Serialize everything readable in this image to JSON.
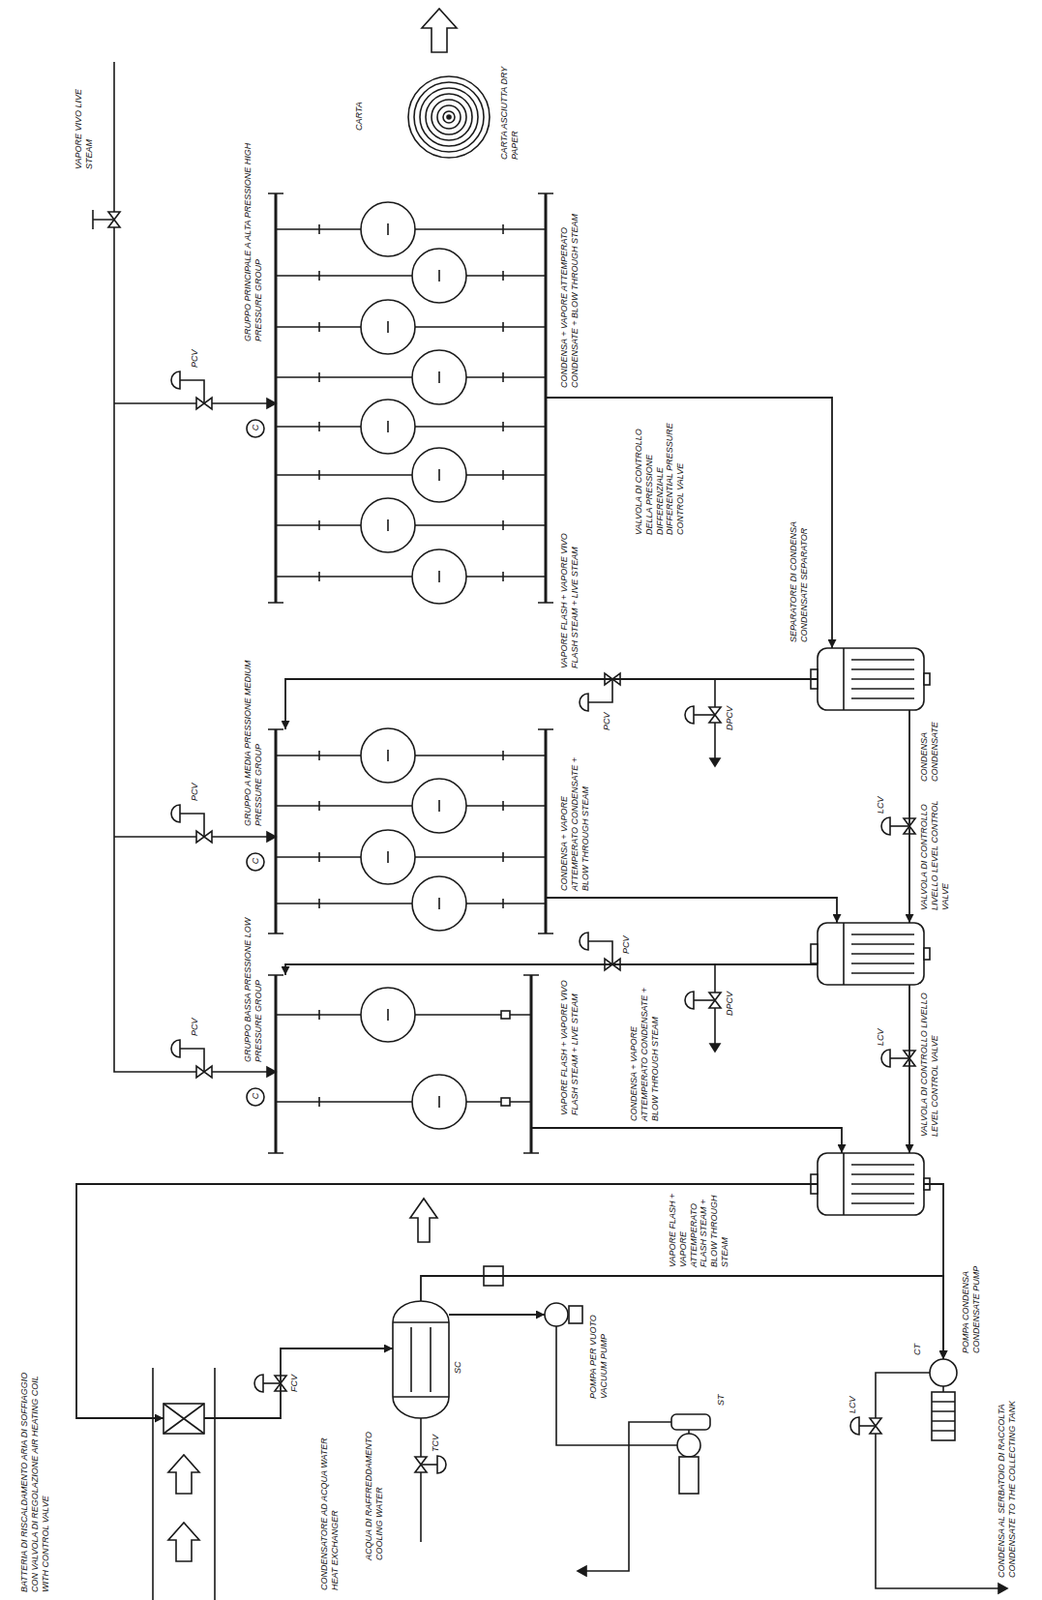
{
  "diagram": {
    "nodes": [
      {
        "text": [
          "GRUPPO PRINCIPALE A ALTA PRESSIONE HIGH PRESSURE GROUP"
        ]
      },
      {
        "text": [
          "GRUPPO A MEDIA PRESSIONE MEDIUM PRESSURE GROUP"
        ]
      },
      {
        "text": [
          "GRUPPO BASSA PRESSIONE LOW PRESSURE GROUP"
        ]
      },
      {
        "text": [
          "SEPARATORE DI CONDENSA CONDENSATE SEPARATOR"
        ]
      },
      {
        "text": []
      },
      {
        "text": []
      },
      {
        "text": [
          "BATTERIA DI RISCALDAMENTO ARIA DI SOFFIAGGIO CON VALVOLA DI REGOLAZIONE AIR HEATING COIL WITH CONTROL VALVE"
        ]
      },
      {
        "text": [
          "SC",
          "CONDENSATORE AD ACQUA WATER HEAT EXCHANGER"
        ]
      },
      {
        "text": [
          "POMPA PER VUOTO VACUUM PUMP"
        ]
      },
      {
        "text": [
          "CT",
          "POMPA CONDENSA CONDENSATE PUMP"
        ]
      }
    ],
    "edges": [
      {
        "from": 0,
        "to": 3,
        "arrow": "to",
        "label": "CONDENSA + VAPORE ATTEMPERATO CONDENSATE + BLOW THROUGH STEAM"
      },
      {
        "from": 3,
        "to": 1,
        "arrow": "to",
        "label": "VAPORE FLASH + VAPORE VIVO FLASH STEAM + LIVE STEAM"
      },
      {
        "from": 1,
        "to": 4,
        "arrow": "to",
        "label": "CONDENSA + VAPORE ATTEMPERATO CONDENSATE + BLOW THROUGH STEAM"
      },
      {
        "from": 4,
        "to": 2,
        "arrow": "to",
        "label": "VAPORE FLASH + VAPORE VIVO FLASH STEAM + LIVE STEAM"
      },
      {
        "from": 2,
        "to": 5,
        "arrow": "to",
        "label": "CONDENSA + VAPORE ATTEMPERATO CONDENSATE + BLOW THROUGH STEAM"
      },
      {
        "from": 3,
        "to": 4,
        "arrow": "to",
        "label": "CONDENSA CONDENSATE"
      },
      {
        "from": 4,
        "to": 5,
        "arrow": "to"
      },
      {
        "from": 5,
        "to": 6,
        "arrow": "to",
        "label": "VAPORE FLASH + VAPORE ATTEMPERATO FLASH STEAM + BLOW THROUGH STEAM"
      },
      {
        "from": 5,
        "to": 9,
        "arrow": "to"
      },
      {
        "from": 6,
        "to": 7,
        "arrow": "to"
      },
      {
        "from": 7,
        "to": 8,
        "arrow": "to"
      },
      {
        "from": 7,
        "to": 9,
        "arrow": "to"
      }
    ],
    "labels": [
      "VAPORE VIVO LIVE STEAM",
      "PCV",
      "C",
      "PCV",
      "C",
      "PCV",
      "C",
      "PCV",
      "DPCV",
      "PCV",
      "DPCV",
      "VALVOLA DI CONTROLLO DELLA PRESSIONE DIFFERENZIALE DIFFERENTIAL PRESSURE CONTROL VALVE",
      "LCV",
      "VALVOLA DI CONTROLLO LIVELLO LEVEL CONTROL VALVE",
      "LCV",
      "VALVOLA DI CONTROLLO LIVELLO LEVEL CONTROL VALVE",
      "LCV",
      "CONDENSA AL SERBATOIO DI RACCOLTA CONDENSATE TO THE COLLECTING TANK",
      "FCV",
      "ACQUA DI RAFFREDDAMENTO COOLING WATER",
      "TCV",
      "ST",
      "CARTA",
      "CARTA ASCIUTTA DRY PAPER"
    ]
  }
}
